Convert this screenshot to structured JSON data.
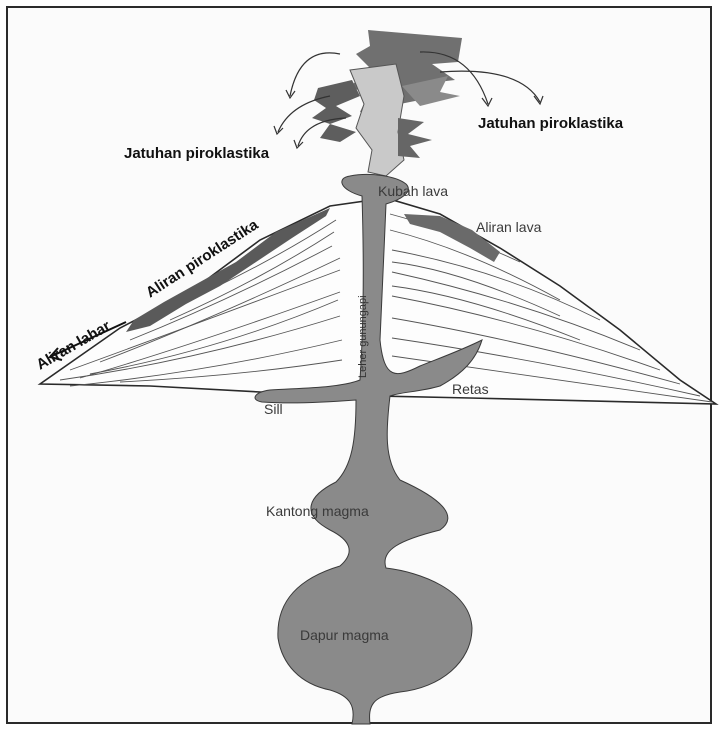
{
  "labels": {
    "jatuhan_left": "Jatuhan piroklastika",
    "jatuhan_right": "Jatuhan piroklastika",
    "kubah_lava": "Kubah lava",
    "aliran_lava": "Aliran lava",
    "aliran_piroklastika": "Aliran piroklastika",
    "aliran_lahar": "Aliran lahar",
    "leher_gunungapi": "Leher gunungapi",
    "retas": "Retas",
    "sill": "Sill",
    "kantong_magma": "Kantong magma",
    "dapur_magma": "Dapur magma"
  },
  "colors": {
    "magma": "#8a8a8a",
    "cloud": "#6e6e6e",
    "ash": "#cfcfcf",
    "outline": "#2a2a2a"
  }
}
